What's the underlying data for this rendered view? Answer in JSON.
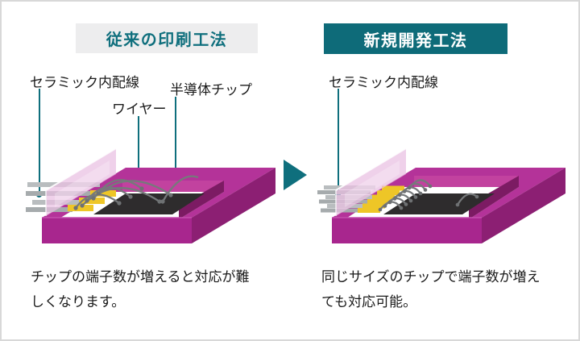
{
  "frame": {
    "background": "#ffffff",
    "border_color": "#d8d8d8"
  },
  "colors": {
    "teal": "#0f6f7d",
    "header_left_bg": "#ededee",
    "header_left_text": "#0f6f7d",
    "header_right_bg": "#0e6b79",
    "header_right_text": "#ffffff",
    "package_front": "#a8268e",
    "package_top": "#b43399",
    "package_side": "#8c1f73",
    "package_inner_back": "#c2429f",
    "package_inner_side": "#7c1b63",
    "translucent_wall": "#e9bfe2",
    "substrate": "#ffffff",
    "chip": "#2e2c2d",
    "pad_yellow": "#eec627",
    "trace_light": "#b9bdbf",
    "trace_dark": "#a6abad",
    "wire": "#76797b",
    "wire_dot": "#6e7173",
    "label_text": "#1a1a1a",
    "caption_text": "#1a1a1a"
  },
  "left_panel": {
    "header": "従来の印刷工法",
    "labels": {
      "ceramic_wiring": "セラミック内配線",
      "wire": "ワイヤー",
      "chip": "半導体チップ"
    },
    "caption": "チップの端子数が増えると対応が難\nしくなります。"
  },
  "right_panel": {
    "header": "新規開発工法",
    "labels": {
      "ceramic_wiring": "セラミック内配線"
    },
    "caption": "同じサイズのチップで端子数が増え\nても対応可能。"
  },
  "arrow": {
    "icon": "right-triangle-arrow"
  }
}
